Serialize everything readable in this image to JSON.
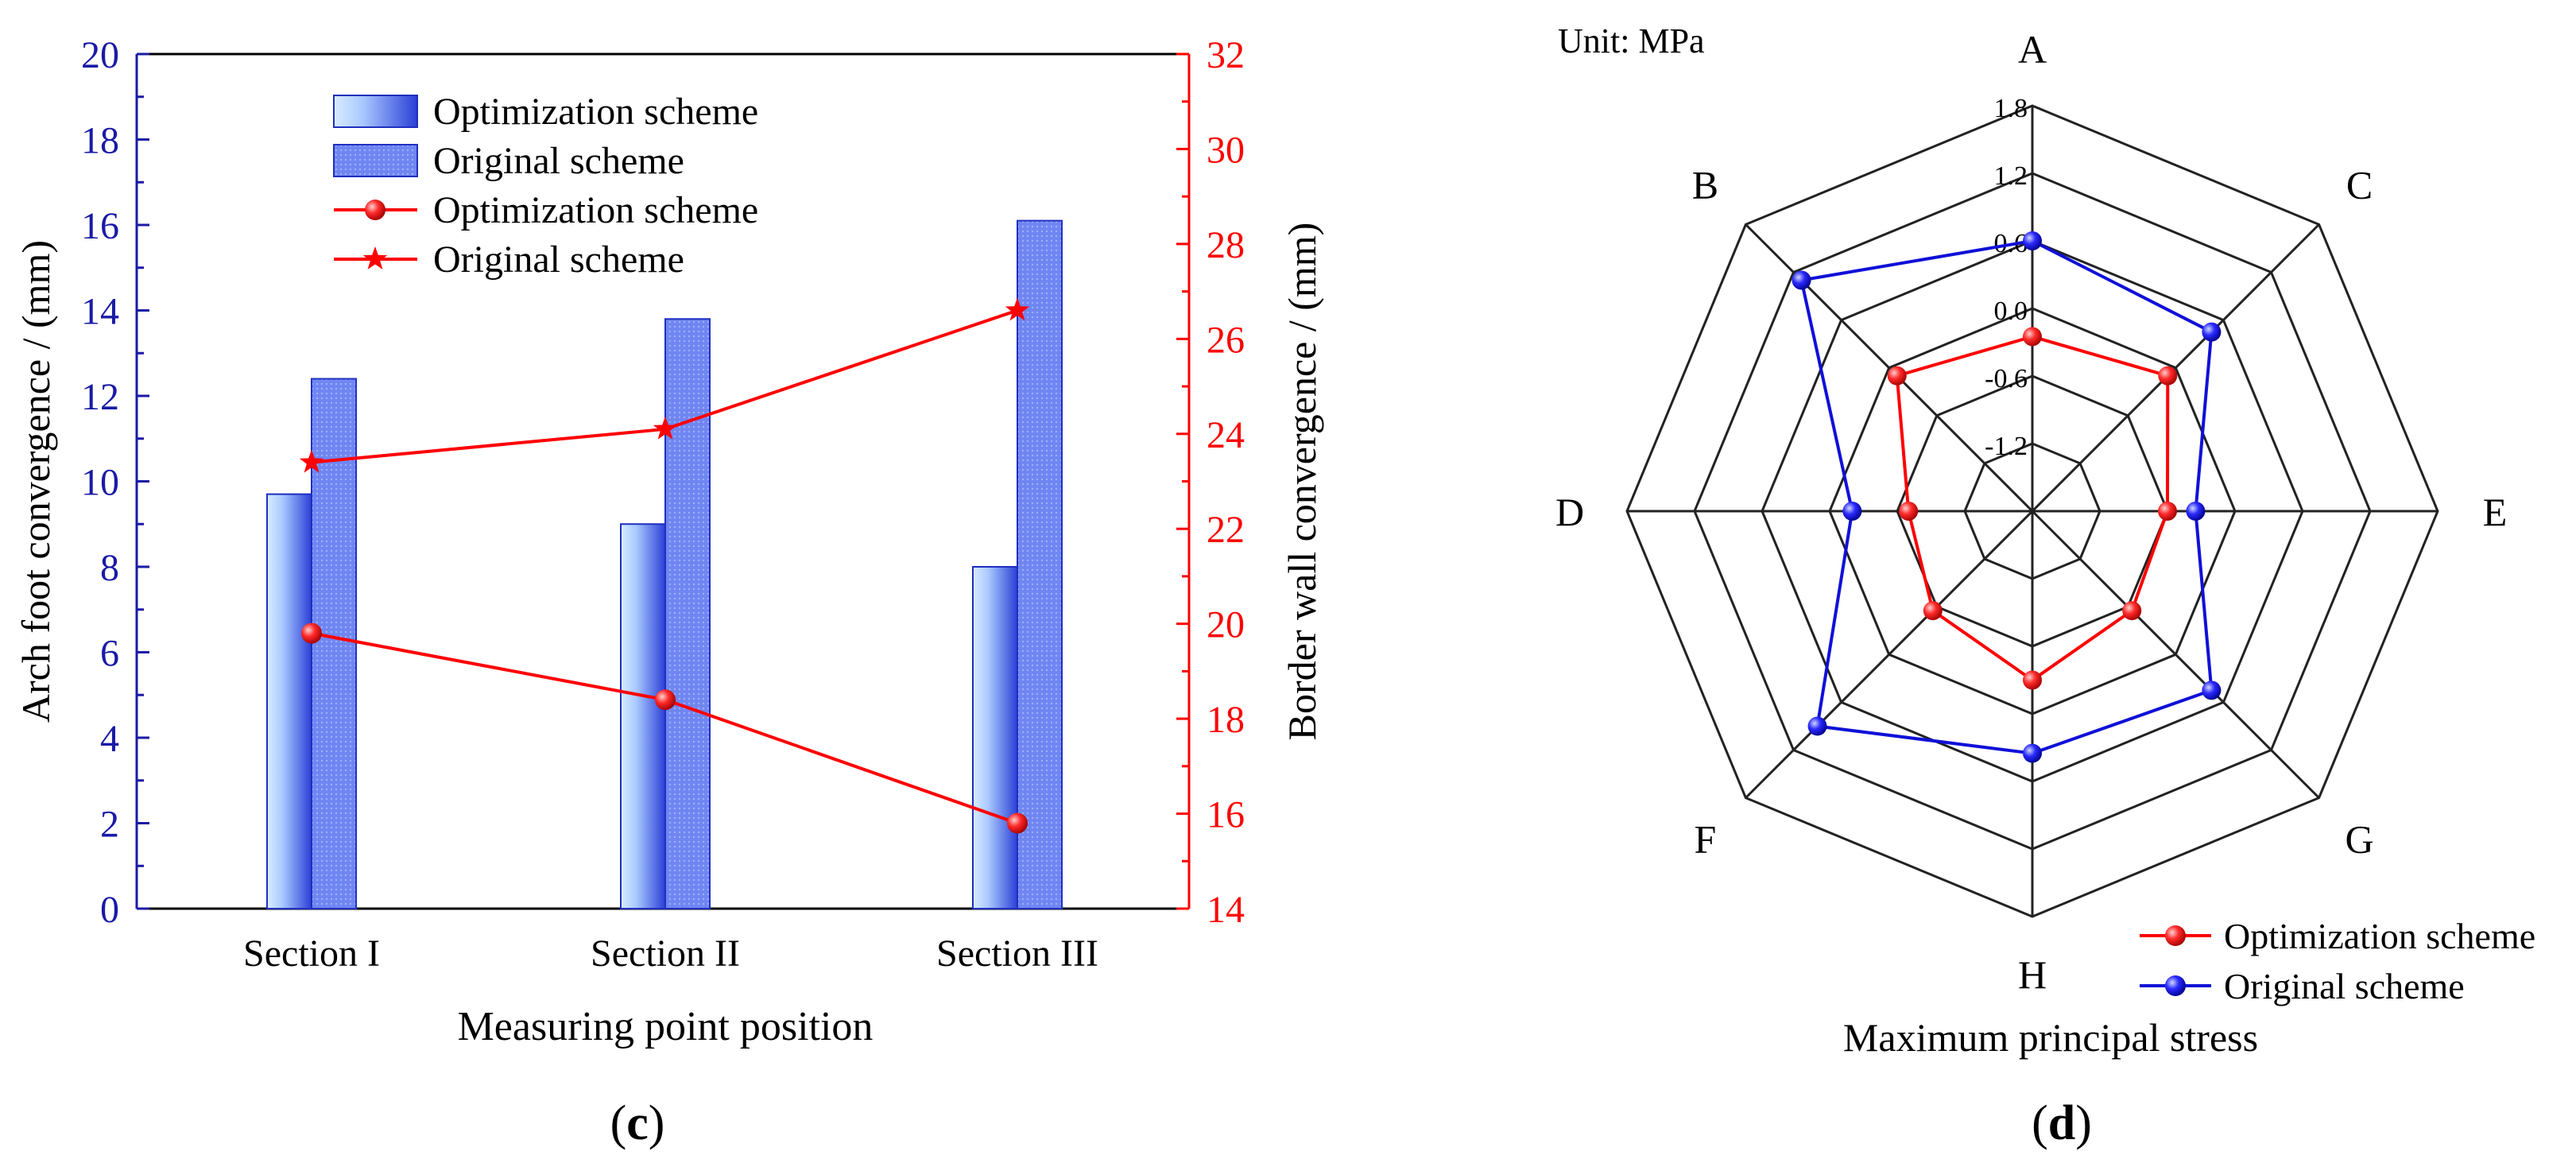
{
  "panels": {
    "c": {
      "caption_open": "(",
      "caption_letter": "c",
      "caption_close": ")"
    },
    "d": {
      "caption_open": "(",
      "caption_letter": "d",
      "caption_close": ")"
    }
  },
  "colors": {
    "left_axis": "#1a1aa6",
    "right_axis": "#ff0000",
    "bar_optimization_light": "#d8ecff",
    "bar_optimization_dark": "#2a3fd6",
    "bar_original_fill": "#6f86f2",
    "bar_stroke": "#1f2fc0",
    "red_series": "#ff0000",
    "blue_series": "#1010d8",
    "grid": "#222222"
  },
  "chart_data": [
    {
      "type": "bar",
      "title": "",
      "xlabel": "Measuring point position",
      "ylabel": "Arch foot convergence / (mm)",
      "y2label": "Border wall convergence / (mm)",
      "categories": [
        "Section I",
        "Section II",
        "Section III"
      ],
      "ylim": [
        0,
        20
      ],
      "y_ticks": [
        "0",
        "2",
        "4",
        "6",
        "8",
        "10",
        "12",
        "14",
        "16",
        "18",
        "20"
      ],
      "y2lim": [
        14,
        32
      ],
      "y2_ticks": [
        "14",
        "16",
        "18",
        "20",
        "22",
        "24",
        "26",
        "28",
        "30",
        "32"
      ],
      "series": [
        {
          "name": "Optimization scheme",
          "kind": "bar",
          "axis": "left",
          "values": [
            9.7,
            9.0,
            8.0
          ]
        },
        {
          "name": "Original scheme",
          "kind": "bar",
          "axis": "left",
          "values": [
            12.4,
            13.8,
            16.1
          ]
        },
        {
          "name": "Optimization scheme",
          "kind": "line",
          "marker": "circle",
          "axis": "right",
          "values": [
            19.8,
            18.4,
            15.8
          ]
        },
        {
          "name": "Original scheme",
          "kind": "line",
          "marker": "star",
          "axis": "right",
          "values": [
            23.4,
            24.1,
            26.6
          ]
        }
      ],
      "legend": "top-left",
      "grid": false
    },
    {
      "type": "radar",
      "title": "Maximum principal stress",
      "unit_label": "Unit: MPa",
      "axes": [
        "A",
        "C",
        "E",
        "G",
        "H",
        "F",
        "D",
        "B"
      ],
      "rlim": [
        -1.8,
        1.8
      ],
      "r_ticks": [
        "-1.2",
        "-0.6",
        "0.0",
        "0.6",
        "1.2",
        "1.8"
      ],
      "series": [
        {
          "name": "Optimization scheme",
          "values": [
            -0.25,
            -0.1,
            -0.6,
            -0.55,
            -0.3,
            -0.55,
            -0.7,
            -0.1
          ]
        },
        {
          "name": "Original scheme",
          "values": [
            0.6,
            0.45,
            -0.35,
            0.45,
            0.35,
            0.9,
            -0.2,
            1.1
          ]
        }
      ],
      "legend": "bottom-right",
      "grid": true
    }
  ]
}
